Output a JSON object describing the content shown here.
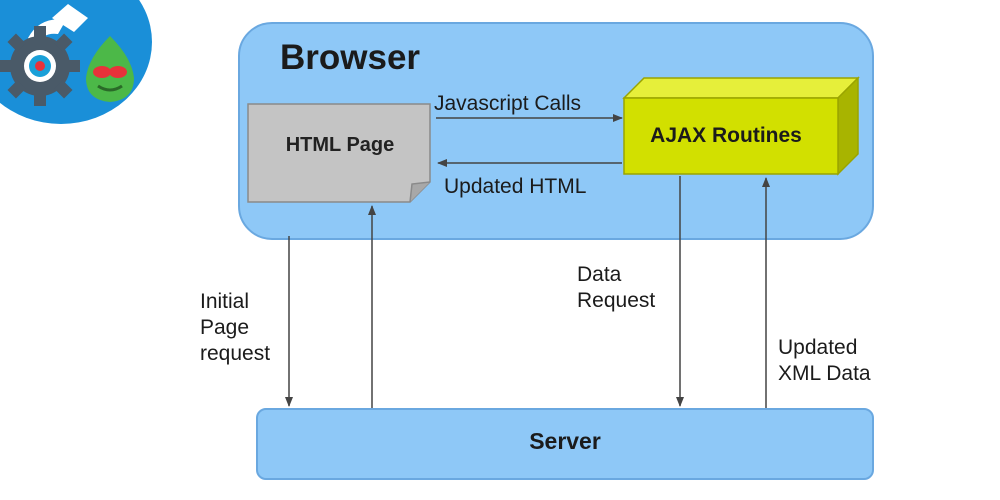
{
  "diagram": {
    "browser_title": "Browser",
    "html_page_label": "HTML Page",
    "ajax_label": "AJAX Routines",
    "server_label": "Server",
    "flows": {
      "javascript_calls": "Javascript Calls",
      "updated_html": "Updated HTML",
      "initial_page_request": [
        "Initial",
        "Page",
        "request"
      ],
      "data_request": [
        "Data",
        "Request"
      ],
      "updated_xml_data": [
        "Updated",
        "XML Data"
      ]
    }
  },
  "colors": {
    "container_fill": "#8ec8f7",
    "container_border": "#6aa8e0",
    "page_fill": "#c4c4c4",
    "ajax_front": "#d2e000",
    "ajax_top": "#e6ef3a",
    "ajax_side": "#a8b400",
    "arrow": "#444444",
    "logo_bg": "#1a8fd8"
  }
}
